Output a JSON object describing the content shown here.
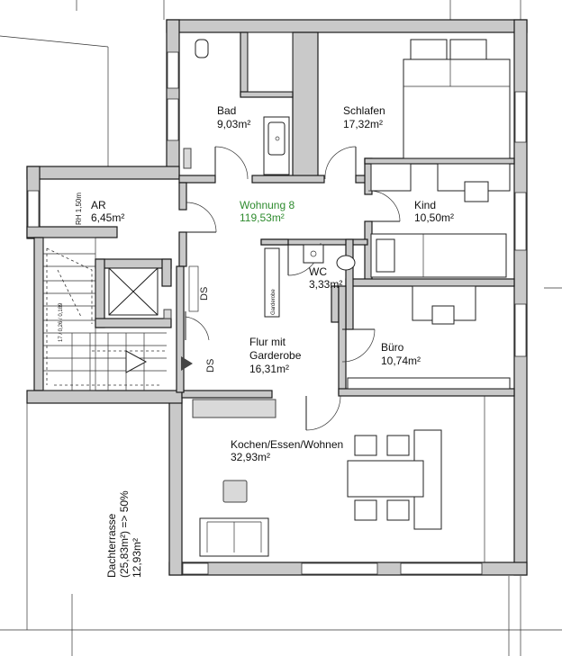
{
  "apartment": {
    "name": "Wohnung 8",
    "area": "119,53m²",
    "color": "#2e8b2e"
  },
  "rooms": [
    {
      "id": "bad",
      "name": "Bad",
      "area": "9,03m²"
    },
    {
      "id": "schlafen",
      "name": "Schlafen",
      "area": "17,32m²"
    },
    {
      "id": "ar",
      "name": "AR",
      "area": "6,45m²"
    },
    {
      "id": "kind",
      "name": "Kind",
      "area": "10,50m²"
    },
    {
      "id": "wc",
      "name": "WC",
      "area": "3,33m²"
    },
    {
      "id": "flur",
      "name_line1": "Flur mit",
      "name_line2": "Garderobe",
      "area": "16,31m²"
    },
    {
      "id": "buero",
      "name": "Büro",
      "area": "10,74m²"
    },
    {
      "id": "kochen",
      "name": "Kochen/Essen/Wohnen",
      "area": "32,93m²"
    }
  ],
  "terrace": {
    "line1": "Dachterrasse",
    "line2": "(25,83m²) => 50%",
    "line3": "12,93m²"
  },
  "annotations": {
    "rh": "RH 1,50m",
    "ds1": "DS",
    "ds2": "DS",
    "garderobe": "Garderobe",
    "stairs": "17 / 0,26 / 0,189"
  }
}
